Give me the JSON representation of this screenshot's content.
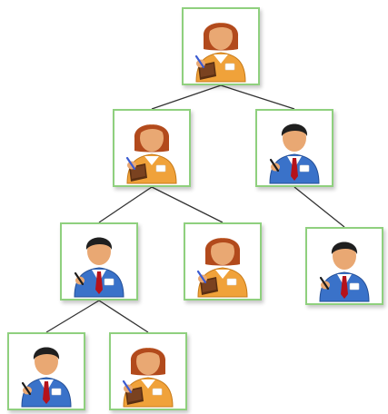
{
  "diagram": {
    "type": "org-chart",
    "colors": {
      "node_border": "#8fd07e",
      "edge": "#333333",
      "woman_shirt": "#f0a23a",
      "woman_hair": "#b24a1c",
      "man_shirt": "#3a72c9",
      "man_hair": "#1f1f1f",
      "tie": "#b5121b",
      "skin": "#e9a873"
    },
    "nodes": [
      {
        "id": "n1",
        "icon": "woman-employee-icon"
      },
      {
        "id": "n2",
        "icon": "woman-employee-icon"
      },
      {
        "id": "n3",
        "icon": "man-employee-icon"
      },
      {
        "id": "n4",
        "icon": "man-employee-icon"
      },
      {
        "id": "n5",
        "icon": "woman-employee-icon"
      },
      {
        "id": "n6",
        "icon": "man-employee-icon"
      },
      {
        "id": "n7",
        "icon": "man-employee-icon"
      },
      {
        "id": "n8",
        "icon": "woman-employee-icon"
      }
    ],
    "edges": [
      [
        "n1",
        "n2"
      ],
      [
        "n1",
        "n3"
      ],
      [
        "n2",
        "n4"
      ],
      [
        "n2",
        "n5"
      ],
      [
        "n3",
        "n6"
      ],
      [
        "n4",
        "n7"
      ],
      [
        "n4",
        "n8"
      ]
    ]
  }
}
